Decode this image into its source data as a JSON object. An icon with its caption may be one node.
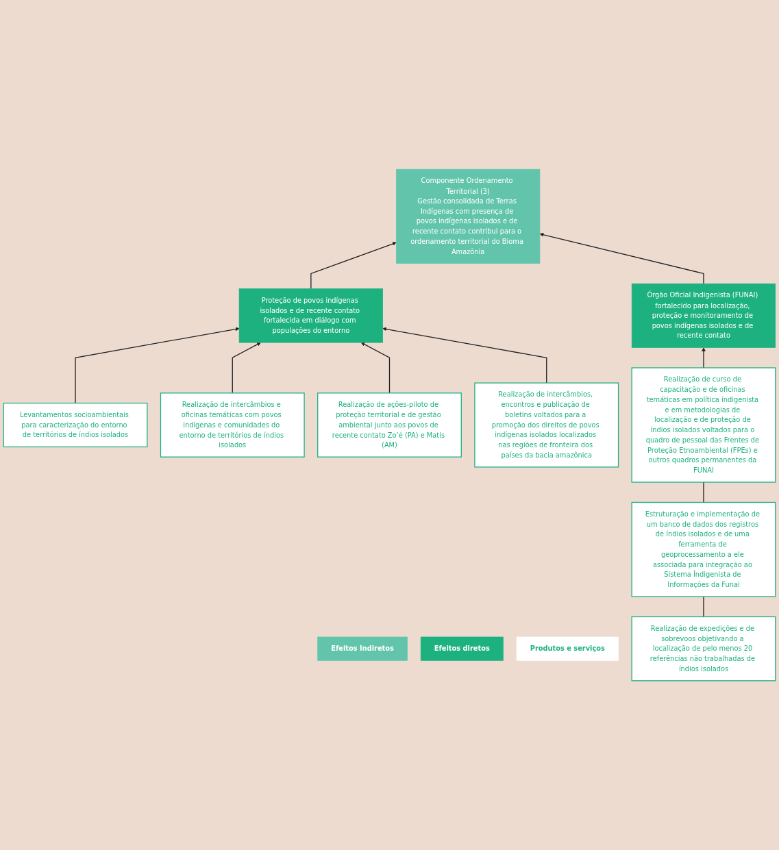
{
  "diagram": {
    "nodes": [
      {
        "text": [
          "Efeitos Indiretos"
        ]
      },
      {
        "text": [
          "Efeitos diretos"
        ]
      },
      {
        "text": [
          "Produtos e serviços"
        ]
      },
      {
        "text": [
          "Componente Ordenamento Territorial (3)",
          "Gestão consolidada de Terras Indígenas com presença de povos indígenas isolados e de recente contato contribui para o ordenamento territorial do Bioma Amazônia"
        ]
      },
      {
        "text": [
          "Proteção de povos indígenas isolados e de recente contato fortalecida em diálogo com populações do entorno"
        ]
      },
      {
        "text": [
          "Órgão Oficial Indigenista (FUNAI) fortalecido para localização, proteção e monitoramento de povos indígenas isolados e de recente contato"
        ]
      },
      {
        "text": [
          "Levantamentos socioambientais para caracterização do entorno de territórios de índios isolados"
        ]
      },
      {
        "text": [
          "Realização de intercâmbios e oficinas temáticas com povos indígenas e comunidades do entorno de territórios de índios isolados"
        ]
      },
      {
        "text": [
          "Realização de ações-piloto de proteção territorial e de gestão ambiental junto aos povos de recente contato Zo’é (PA) e Matis (AM)"
        ]
      },
      {
        "text": [
          "Realização de intercâmbios, encontros e publicação de boletins voltados para a promoção dos direitos de povos indígenas isolados localizados nas regiões de fronteira dos países da bacia amazônica"
        ]
      },
      {
        "text": [
          "Realização de curso de capacitação e de oficinas temáticas em política indigenista e em metodologias de localização e de proteção de índios isolados voltados para o quadro de pessoal das Frentes de Proteção Etnoambiental (FPEs) e outros quadros permanentes da FUNAI"
        ]
      },
      {
        "text": [
          "Estruturação e implementação de um banco de dados dos registros de índios isolados e de uma ferramenta de geoprocessamento a ele associada para integração ao Sistema Índigenista de Informações da Funai"
        ]
      },
      {
        "text": [
          "Realização de expedições e de sobrevoos objetivando a localização de pelo menos 20 referências não trabalhadas de índios isolados"
        ]
      }
    ],
    "edges": [
      {
        "from": 4,
        "to": 3,
        "arrow": "to"
      },
      {
        "from": 5,
        "to": 3,
        "arrow": "to"
      },
      {
        "from": 6,
        "to": 4,
        "arrow": "to"
      },
      {
        "from": 7,
        "to": 4,
        "arrow": "to"
      },
      {
        "from": 8,
        "to": 4,
        "arrow": "to"
      },
      {
        "from": 9,
        "to": 4,
        "arrow": "to"
      },
      {
        "from": 10,
        "to": 5,
        "arrow": "to"
      },
      {
        "from": 11,
        "to": 10,
        "arrow": "none"
      },
      {
        "from": 12,
        "to": 11,
        "arrow": "none"
      }
    ]
  }
}
